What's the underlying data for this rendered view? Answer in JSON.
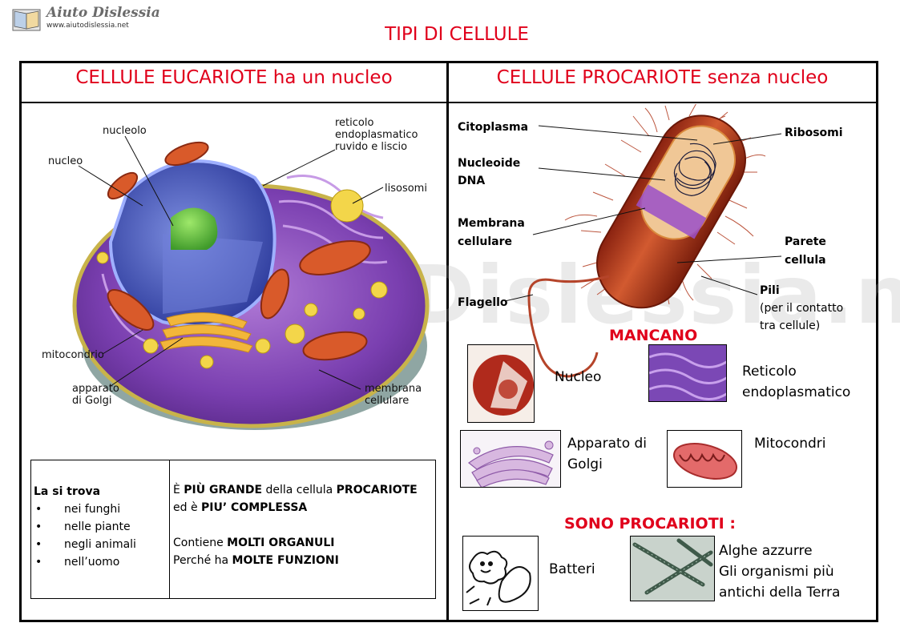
{
  "header": {
    "logo_text": "Aiuto Dislessia",
    "logo_url": "www.aiutodislessia.net",
    "title": "TIPI DI CELLULE",
    "watermark": "AiutoDislessia.net"
  },
  "eukaryote": {
    "title": "CELLULE EUCARIOTE ha un nucleo",
    "labels": {
      "nucleolo": "nucleolo",
      "nucleo": "nucleo",
      "reticolo": [
        "reticolo",
        "endoplasmatico",
        "ruvido  e liscio"
      ],
      "lisosomi": "lisosomi",
      "mitocondrio": "mitocondrio",
      "golgi": [
        "apparato",
        "di Golgi"
      ],
      "membrana": [
        "membrana",
        "cellulare"
      ]
    },
    "info_left": {
      "heading": "La si trova",
      "items": [
        "nei funghi",
        "nelle piante",
        "negli animali",
        "nell’uomo"
      ]
    },
    "info_right": {
      "line1": {
        "a": "È ",
        "b": "PIÙ GRANDE",
        "c": " della cellula ",
        "d": "PROCARIOTE"
      },
      "line2": {
        "a": "ed è ",
        "b": "PIU’ COMPLESSA"
      },
      "line3": {
        "a": "Contiene ",
        "b": "MOLTI ORGANULI"
      },
      "line4": {
        "a": "Perché ha ",
        "b": "MOLTE FUNZIONI"
      }
    }
  },
  "prokaryote": {
    "title": "CELLULE PROCARIOTE senza nucleo",
    "labels": {
      "citoplasma": "Citoplasma",
      "nucleoide": [
        "Nucleoide",
        "DNA"
      ],
      "membrana": [
        "Membrana",
        "cellulare"
      ],
      "flagello": "Flagello",
      "ribosomi": "Ribosomi",
      "parete": [
        "Parete",
        "cellula"
      ],
      "pili": "Pili",
      "pili_note": [
        "(per il contatto",
        "tra cellule)"
      ]
    },
    "mancano": {
      "heading": "MANCANO",
      "nucleo": "Nucleo",
      "reticolo": [
        "Reticolo",
        "endoplasmatico"
      ],
      "golgi": [
        "Apparato di",
        "Golgi"
      ],
      "mitocondri": "Mitocondri"
    },
    "sono": {
      "heading": "SONO PROCARIOTI :",
      "batteri": "Batteri",
      "alghe": [
        "Alghe azzurre",
        "Gli organismi  più",
        "antichi della Terra"
      ]
    }
  },
  "colors": {
    "accent": "#e0001b",
    "cell_purple": "#7a3fb0",
    "nucleus_blue": "#3a4fb5",
    "bacterium": "#c0401f"
  }
}
